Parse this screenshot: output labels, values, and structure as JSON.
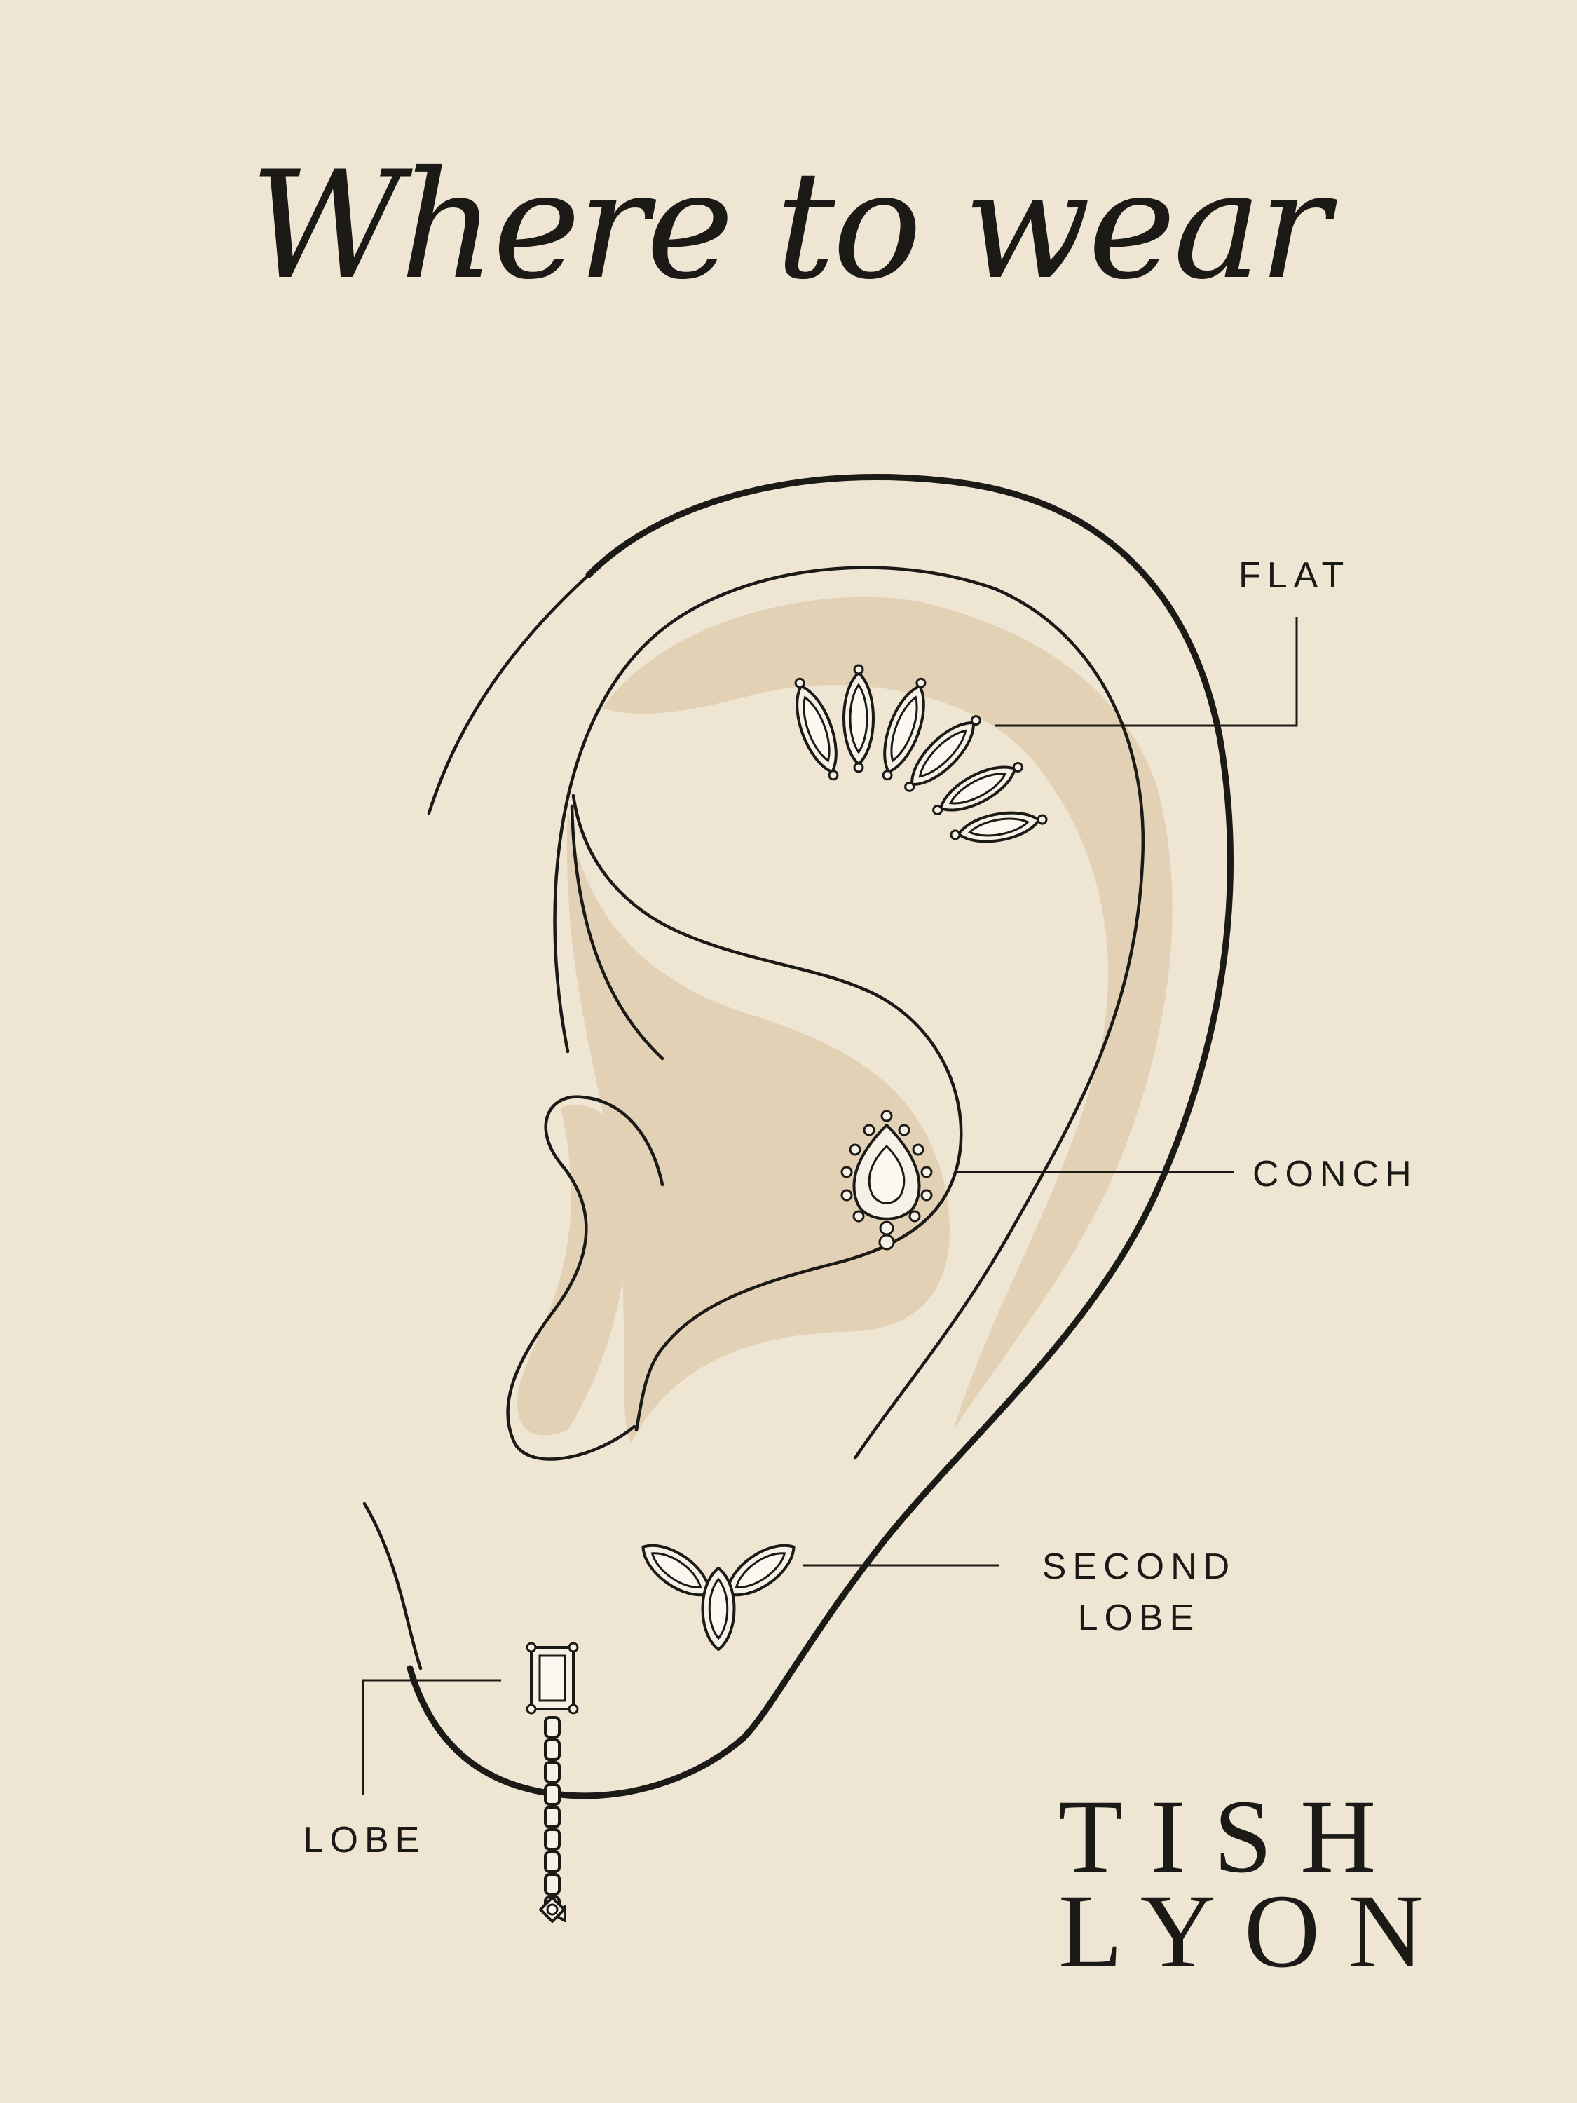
{
  "title": "Where to wear",
  "labels": {
    "flat": "FLAT",
    "conch": "CONCH",
    "second_lobe_line1": "SECOND",
    "second_lobe_line2": "LOBE",
    "lobe": "LOBE"
  },
  "brand": {
    "line1": "TISH",
    "line2": "LYON"
  },
  "icons": {
    "flat_jewel": "marquise-cluster-icon",
    "conch_jewel": "pear-halo-stud-icon",
    "second_lobe_jewel": "three-marquise-stud-icon",
    "lobe_jewel": "baguette-chain-drop-icon"
  },
  "colors": {
    "background": "#efe5d3",
    "shading": "#e2d1b4",
    "ink": "#1c1a17"
  }
}
